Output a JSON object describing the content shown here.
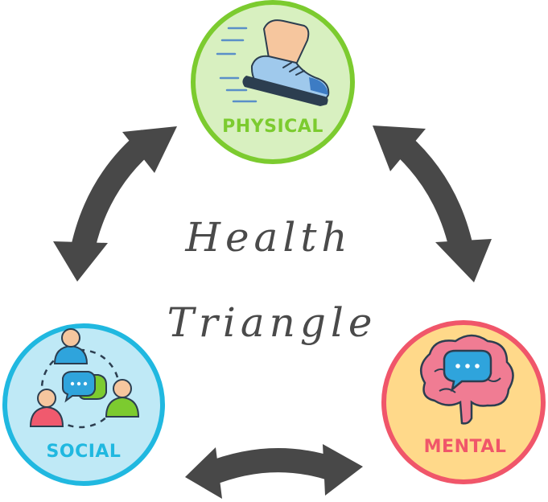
{
  "title": {
    "line1": "Health",
    "line2": "Triangle"
  },
  "nodes": {
    "physical": {
      "label": "PHYSICAL",
      "color": "#7ccb2f",
      "fill": "#d8f0c0",
      "icon": "running-shoe-icon"
    },
    "social": {
      "label": "SOCIAL",
      "color": "#20b8e0",
      "fill": "#bfe9f6",
      "icon": "people-chat-icon"
    },
    "mental": {
      "label": "MENTAL",
      "color": "#f0566a",
      "fill": "#ffd98a",
      "icon": "brain-chat-icon"
    }
  },
  "arrow_color": "#484848"
}
